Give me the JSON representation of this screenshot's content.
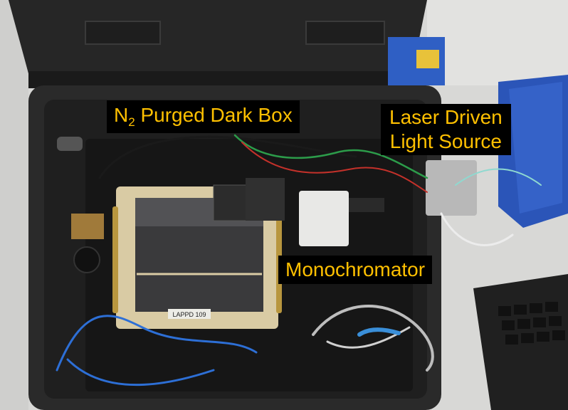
{
  "labels": {
    "dark_box": {
      "prefix": "N",
      "subscript": "2",
      "suffix": " Purged Dark Box"
    },
    "laser": {
      "line1": "Laser Driven",
      "line2": "Light Source"
    },
    "monochromator": "Monochromator"
  },
  "detector_tag": "LAPPD 109",
  "colors": {
    "label_text": "#ffc000",
    "label_bg": "#000000",
    "case_plastic": "#2a2a2a",
    "breadboard": "#161616",
    "laser_housing": "#2b55b8",
    "detector_frame": "#d9cba4"
  }
}
